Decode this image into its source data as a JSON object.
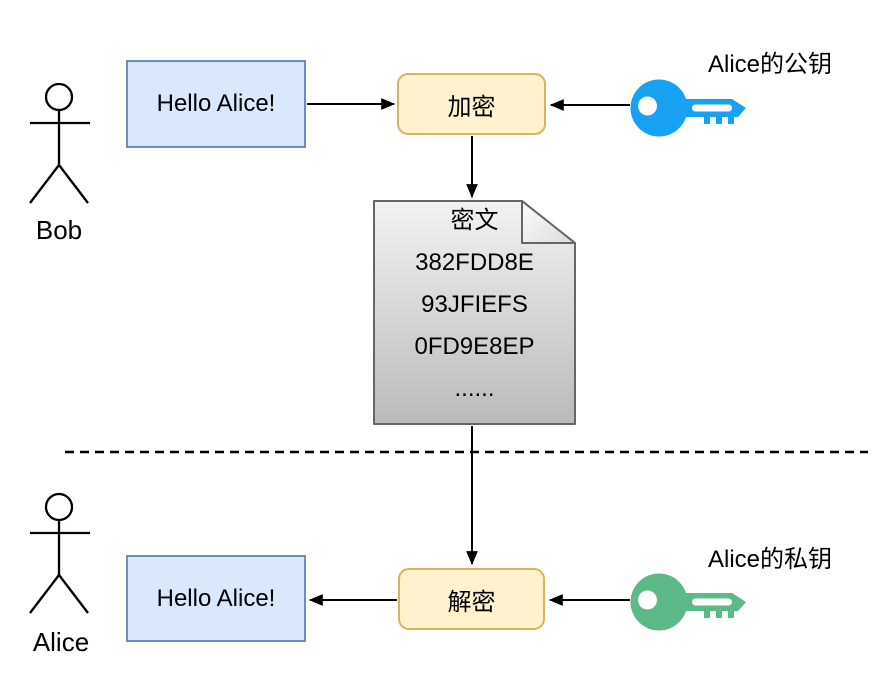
{
  "colors": {
    "message_fill": "#DAE8FC",
    "message_border": "#6C8EBF",
    "process_fill": "#FFF2CC",
    "process_border": "#D6B656",
    "public_key": "#16A1F3",
    "private_key": "#5CBA88",
    "document_border": "#666666",
    "line": "#000000"
  },
  "icons": {
    "public_key": "key-icon",
    "private_key": "key-icon",
    "ciphertext": "document-icon",
    "bob": "person-stick-figure-icon",
    "alice": "person-stick-figure-icon"
  },
  "top": {
    "actor": "Bob",
    "message": "Hello Alice!",
    "process": "加密",
    "key_label": "Alice的公钥"
  },
  "document": {
    "title": "密文",
    "lines": [
      "382FDD8E",
      "93JFIEFS",
      "0FD9E8EP",
      "......"
    ]
  },
  "bottom": {
    "actor": "Alice",
    "message": "Hello Alice!",
    "process": "解密",
    "key_label": "Alice的私钥"
  }
}
